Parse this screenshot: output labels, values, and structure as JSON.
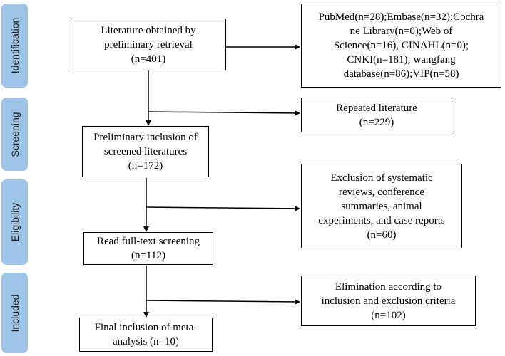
{
  "stages": [
    {
      "id": "identification",
      "label": "Identification"
    },
    {
      "id": "screening",
      "label": "Screening"
    },
    {
      "id": "eligibility",
      "label": "Eligibility"
    },
    {
      "id": "included",
      "label": "Included"
    }
  ],
  "main_boxes": {
    "retrieval": "Literature obtained by\npreliminary retrieval\n(n=401)",
    "preliminary_inclusion": "Preliminary inclusion of\nscreened literatures\n(n=172)",
    "full_text": "Read full-text screening\n(n=112)",
    "final": "Final inclusion of meta-\nanalysis  (n=10)"
  },
  "side_boxes": {
    "databases": "PubMed(n=28);Embase(n=32);Cochra\nne Library(n=0);Web of\nScience(n=16), CINAHL(n=0);\nCNKI(n=181); wangfang\ndatabase(n=86);VIP(n=58)",
    "repeated": "Repeated literature\n(n=229)",
    "exclusion": "Exclusion of systematic\nreviews, conference\nsummaries, animal\nexperiments, and case reports\n(n=60)",
    "elimination": "Elimination according to\ninclusion and exclusion criteria\n(n=102)"
  },
  "colors": {
    "stage_tab": "#9dc3e6",
    "line": "#000000"
  }
}
